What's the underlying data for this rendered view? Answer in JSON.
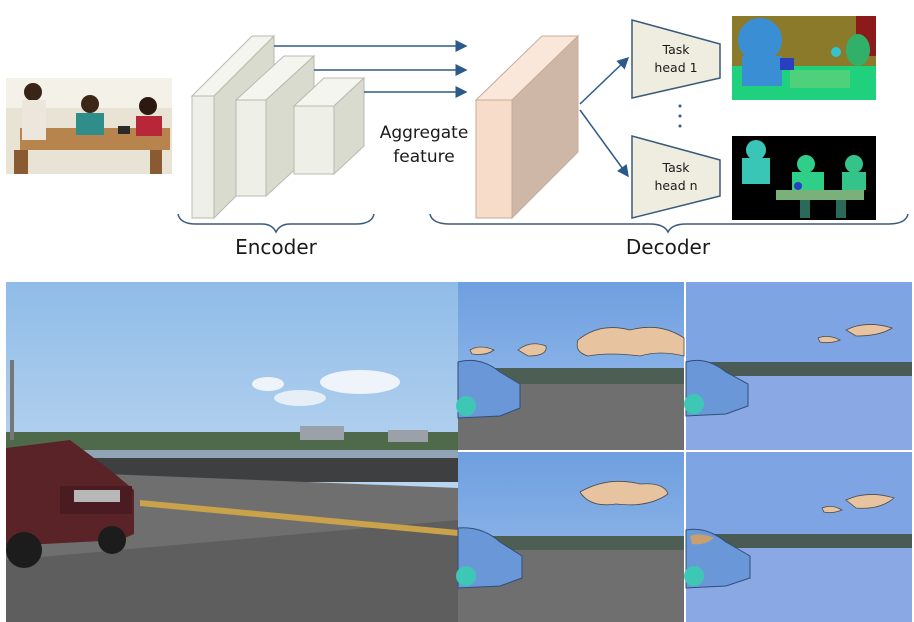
{
  "labels": {
    "aggregate_line1": "Aggregate",
    "aggregate_line2": "feature",
    "task_head_1_line1": "Task",
    "task_head_1_line2": "head 1",
    "task_head_n_line1": "Task",
    "task_head_n_line2": "head n",
    "encoder": "Encoder",
    "decoder": "Decoder"
  },
  "colors": {
    "encoder_face": "#eeefe6",
    "encoder_side": "#d9dbcf",
    "decoder_face": "#f7dcc9",
    "decoder_side": "#cfb7a7",
    "arrow": "#2b5a8a",
    "task_head_fill": "#efece0",
    "task_head_stroke": "#3b5b7a",
    "sky": "#b9d4ee",
    "road": "#6f6f6f",
    "car": "#5a2328",
    "seg_overlay": "#5a7fd6",
    "seg_cloud": "#e8c3a0",
    "seg_car": "#6a97d8"
  },
  "images": {
    "input_photo": "people-at-table-photo",
    "seg_output_1": "segmentation-map-1",
    "seg_output_n": "segmentation-map-n",
    "road_photo": "road-bridge-car-photo",
    "road_seg_panels": [
      "road-seg-top-left",
      "road-seg-top-right",
      "road-seg-bottom-left",
      "road-seg-bottom-right"
    ]
  }
}
